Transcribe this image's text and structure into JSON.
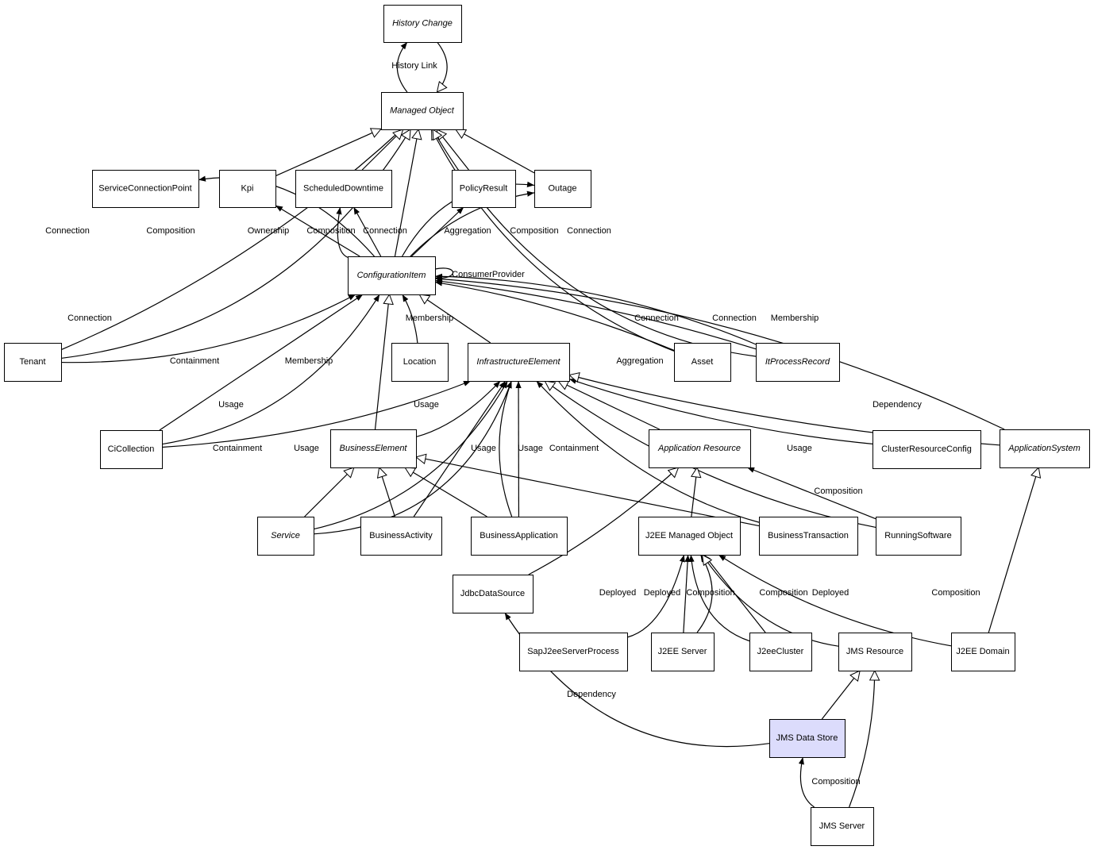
{
  "diagram": {
    "nodes": [
      {
        "id": "hc",
        "label": "History Change",
        "abstract": true
      },
      {
        "id": "mo",
        "label": "Managed Object",
        "abstract": true
      },
      {
        "id": "scp",
        "label": "ServiceConnectionPoint"
      },
      {
        "id": "kpi",
        "label": "Kpi"
      },
      {
        "id": "sd",
        "label": "ScheduledDowntime"
      },
      {
        "id": "pr",
        "label": "PolicyResult"
      },
      {
        "id": "out",
        "label": "Outage"
      },
      {
        "id": "ci",
        "label": "ConfigurationItem",
        "abstract": true
      },
      {
        "id": "ten",
        "label": "Tenant"
      },
      {
        "id": "loc",
        "label": "Location"
      },
      {
        "id": "ie",
        "label": "InfrastructureElement",
        "abstract": true
      },
      {
        "id": "asset",
        "label": "Asset"
      },
      {
        "id": "itpr",
        "label": "ItProcessRecord",
        "abstract": true
      },
      {
        "id": "cic",
        "label": "CiCollection"
      },
      {
        "id": "be",
        "label": "BusinessElement",
        "abstract": true
      },
      {
        "id": "ar",
        "label": "Application Resource",
        "abstract": true
      },
      {
        "id": "crc",
        "label": "ClusterResourceConfig"
      },
      {
        "id": "as",
        "label": "ApplicationSystem",
        "abstract": true
      },
      {
        "id": "svc",
        "label": "Service",
        "abstract": true
      },
      {
        "id": "ba",
        "label": "BusinessActivity"
      },
      {
        "id": "bapp",
        "label": "BusinessApplication"
      },
      {
        "id": "j2mo",
        "label": "J2EE Managed Object"
      },
      {
        "id": "bt",
        "label": "BusinessTransaction"
      },
      {
        "id": "rs",
        "label": "RunningSoftware"
      },
      {
        "id": "jdbc",
        "label": "JdbcDataSource"
      },
      {
        "id": "sap",
        "label": "SapJ2eeServerProcess"
      },
      {
        "id": "j2s",
        "label": "J2EE Server"
      },
      {
        "id": "j2c",
        "label": "J2eeCluster"
      },
      {
        "id": "jmsr",
        "label": "JMS Resource"
      },
      {
        "id": "j2d",
        "label": "J2EE Domain"
      },
      {
        "id": "jmsds",
        "label": "JMS Data Store",
        "highlighted": true
      },
      {
        "id": "jmss",
        "label": "JMS Server"
      }
    ],
    "edges": [
      {
        "from": "mo",
        "to": "hc",
        "kind": "association",
        "label": "History Link"
      },
      {
        "from": "hc",
        "to": "mo",
        "kind": "generalization"
      },
      {
        "from": "ten",
        "to": "mo",
        "kind": "generalization"
      },
      {
        "from": "ten",
        "to": "mo",
        "kind": "association",
        "label": "Connection"
      },
      {
        "from": "kpi",
        "to": "mo",
        "kind": "generalization"
      },
      {
        "from": "sd",
        "to": "mo",
        "kind": "generalization"
      },
      {
        "from": "ci",
        "to": "mo",
        "kind": "generalization"
      },
      {
        "from": "pr",
        "to": "mo",
        "kind": "generalization"
      },
      {
        "from": "out",
        "to": "mo",
        "kind": "generalization"
      },
      {
        "from": "asset",
        "to": "mo",
        "kind": "generalization"
      },
      {
        "from": "itpr",
        "to": "mo",
        "kind": "generalization"
      },
      {
        "from": "ci",
        "to": "scp",
        "kind": "association",
        "label": "Composition"
      },
      {
        "from": "ci",
        "to": "kpi",
        "kind": "association",
        "label": "Ownership"
      },
      {
        "from": "ci",
        "to": "sd",
        "kind": "association",
        "label": "Composition"
      },
      {
        "from": "ci",
        "to": "sd",
        "kind": "association",
        "label": "Connection"
      },
      {
        "from": "ci",
        "to": "pr",
        "kind": "association",
        "label": "Aggregation"
      },
      {
        "from": "ci",
        "to": "out",
        "kind": "association",
        "label": "Composition"
      },
      {
        "from": "ci",
        "to": "out",
        "kind": "association",
        "label": "Connection"
      },
      {
        "from": "ci",
        "to": "ci",
        "kind": "association",
        "label": "ConsumerProvider"
      },
      {
        "from": "ten",
        "to": "ci",
        "kind": "association",
        "label": "Connection"
      },
      {
        "from": "cic",
        "to": "ci",
        "kind": "association",
        "label": "Containment"
      },
      {
        "from": "cic",
        "to": "ci",
        "kind": "association",
        "label": "Membership"
      },
      {
        "from": "loc",
        "to": "ci",
        "kind": "association",
        "label": "Membership"
      },
      {
        "from": "be",
        "to": "ci",
        "kind": "generalization"
      },
      {
        "from": "ie",
        "to": "ci",
        "kind": "generalization"
      },
      {
        "from": "asset",
        "to": "ci",
        "kind": "association",
        "label": "Connection"
      },
      {
        "from": "itpr",
        "to": "ci",
        "kind": "association",
        "label": "Connection"
      },
      {
        "from": "itpr",
        "to": "ci",
        "kind": "association",
        "label": "Membership"
      },
      {
        "from": "as",
        "to": "ci",
        "kind": "association",
        "label": "Aggregation"
      },
      {
        "from": "cic",
        "to": "ie",
        "kind": "association",
        "label": "Usage"
      },
      {
        "from": "be",
        "to": "ie",
        "kind": "association",
        "label": "Usage"
      },
      {
        "from": "svc",
        "to": "ie",
        "kind": "association",
        "label": "Containment"
      },
      {
        "from": "svc",
        "to": "ie",
        "kind": "association",
        "label": "Usage"
      },
      {
        "from": "ba",
        "to": "ie",
        "kind": "association",
        "label": "Usage"
      },
      {
        "from": "bapp",
        "to": "ie",
        "kind": "association",
        "label": "Usage"
      },
      {
        "from": "bapp",
        "to": "ie",
        "kind": "association",
        "label": "Containment"
      },
      {
        "from": "ar",
        "to": "ie",
        "kind": "generalization"
      },
      {
        "from": "bt",
        "to": "ie",
        "kind": "association",
        "label": "Usage"
      },
      {
        "from": "crc",
        "to": "ie",
        "kind": "association",
        "label": "Dependency"
      },
      {
        "from": "rs",
        "to": "ie",
        "kind": "generalization"
      },
      {
        "from": "as",
        "to": "ie",
        "kind": "generalization"
      },
      {
        "from": "svc",
        "to": "be",
        "kind": "generalization"
      },
      {
        "from": "ba",
        "to": "be",
        "kind": "generalization"
      },
      {
        "from": "bapp",
        "to": "be",
        "kind": "generalization"
      },
      {
        "from": "bt",
        "to": "be",
        "kind": "generalization"
      },
      {
        "from": "rs",
        "to": "ar",
        "kind": "association",
        "label": "Composition"
      },
      {
        "from": "j2mo",
        "to": "ar",
        "kind": "generalization"
      },
      {
        "from": "jdbc",
        "to": "ar",
        "kind": "generalization"
      },
      {
        "from": "sap",
        "to": "j2mo",
        "kind": "association",
        "label": "Deployed"
      },
      {
        "from": "j2s",
        "to": "j2mo",
        "kind": "association",
        "label": "Deployed"
      },
      {
        "from": "j2s",
        "to": "j2mo",
        "kind": "association",
        "label": "Composition"
      },
      {
        "from": "j2c",
        "to": "j2mo",
        "kind": "association",
        "label": "Composition"
      },
      {
        "from": "j2c",
        "to": "j2mo",
        "kind": "association",
        "label": "Deployed"
      },
      {
        "from": "jmsr",
        "to": "j2mo",
        "kind": "generalization"
      },
      {
        "from": "j2d",
        "to": "j2mo",
        "kind": "association",
        "label": "Composition"
      },
      {
        "from": "j2d",
        "to": "as",
        "kind": "generalization"
      },
      {
        "from": "jmsds",
        "to": "jmsr",
        "kind": "generalization"
      },
      {
        "from": "jmsds",
        "to": "jdbc",
        "kind": "association",
        "label": "Dependency"
      },
      {
        "from": "jmss",
        "to": "jmsds",
        "kind": "association",
        "label": "Composition"
      },
      {
        "from": "jmss",
        "to": "jmsr",
        "kind": "generalization"
      }
    ]
  }
}
